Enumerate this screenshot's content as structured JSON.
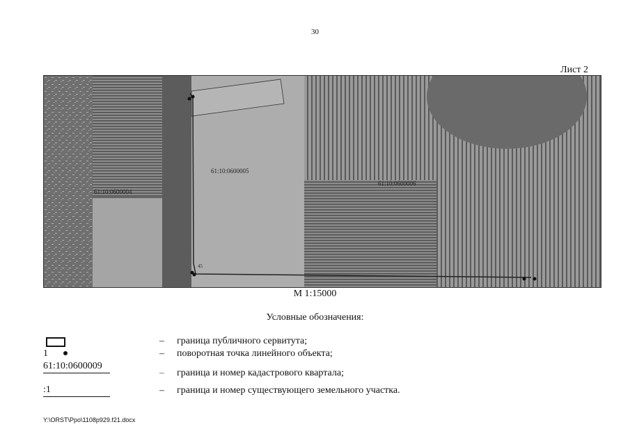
{
  "page_number": "30",
  "sheet_label": "Лист 2",
  "map": {
    "quarter_labels": [
      "61:10:0600005",
      "61:10:0600004",
      "61:10:0600006"
    ],
    "point_label": "45"
  },
  "scale": "М 1:15000",
  "legend": {
    "title": "Условные обозначения:",
    "items": [
      {
        "symbol": "",
        "dash": "–",
        "text": "граница публичного сервитута;"
      },
      {
        "symbol": "1",
        "dash": "–",
        "text": "поворотная точка линейного объекта;"
      },
      {
        "symbol": "61:10:0600009",
        "dash": "–",
        "text": "граница и номер кадастрового квартала;"
      },
      {
        "symbol": ":1",
        "dash": "–",
        "text": "граница и номер существующего земельного участка."
      }
    ]
  },
  "footer": "Y:\\ORST\\Ppo\\1108p929.f21.docx"
}
